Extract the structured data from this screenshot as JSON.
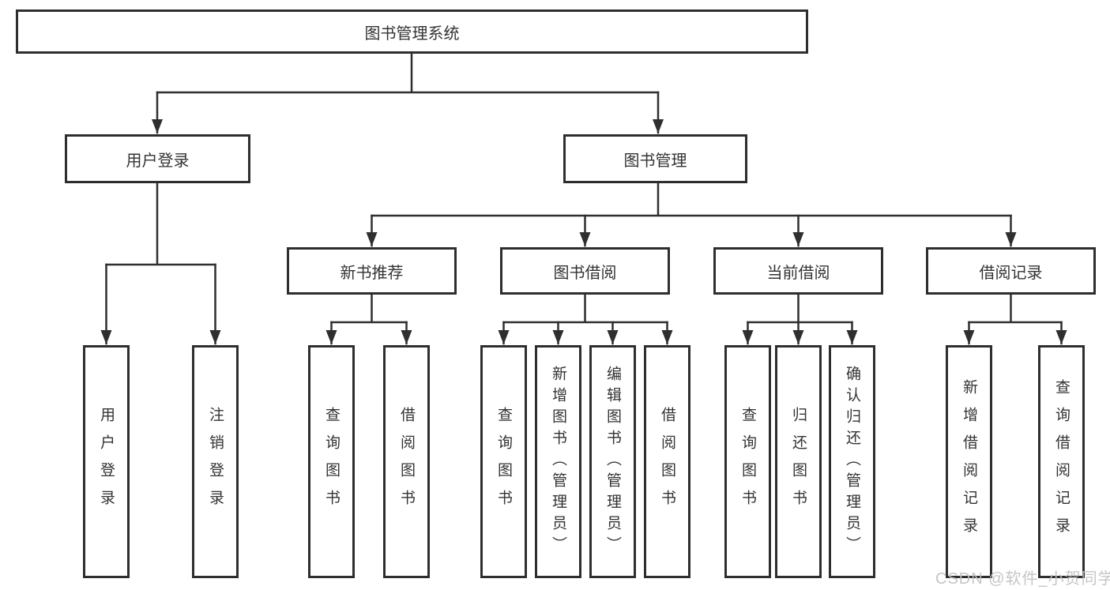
{
  "colors": {
    "line": "#2f2f2f",
    "box_border": "#2e2e2e",
    "box_fill": "#ffffff",
    "text": "#333333",
    "background": "#ffffff",
    "watermark": "#c2c2c2"
  },
  "watermark": {
    "text": "CSDN @软件_小贺同学"
  },
  "tree": {
    "label": "图书管理系统",
    "children": [
      {
        "label": "用户登录",
        "children": [
          {
            "label": "用户登录"
          },
          {
            "label": "注销登录"
          }
        ]
      },
      {
        "label": "图书管理",
        "children": [
          {
            "label": "新书推荐",
            "children": [
              {
                "label": "查询图书"
              },
              {
                "label": "借阅图书"
              }
            ]
          },
          {
            "label": "图书借阅",
            "children": [
              {
                "label": "查询图书"
              },
              {
                "label": "新增图书（管理员）"
              },
              {
                "label": "编辑图书（管理员）"
              },
              {
                "label": "借阅图书"
              }
            ]
          },
          {
            "label": "当前借阅",
            "children": [
              {
                "label": "查询图书"
              },
              {
                "label": "归还图书"
              },
              {
                "label": "确认归还（管理员）"
              }
            ]
          },
          {
            "label": "借阅记录",
            "children": [
              {
                "label": "新增借阅记录"
              },
              {
                "label": "查询借阅记录"
              }
            ]
          }
        ]
      }
    ]
  }
}
